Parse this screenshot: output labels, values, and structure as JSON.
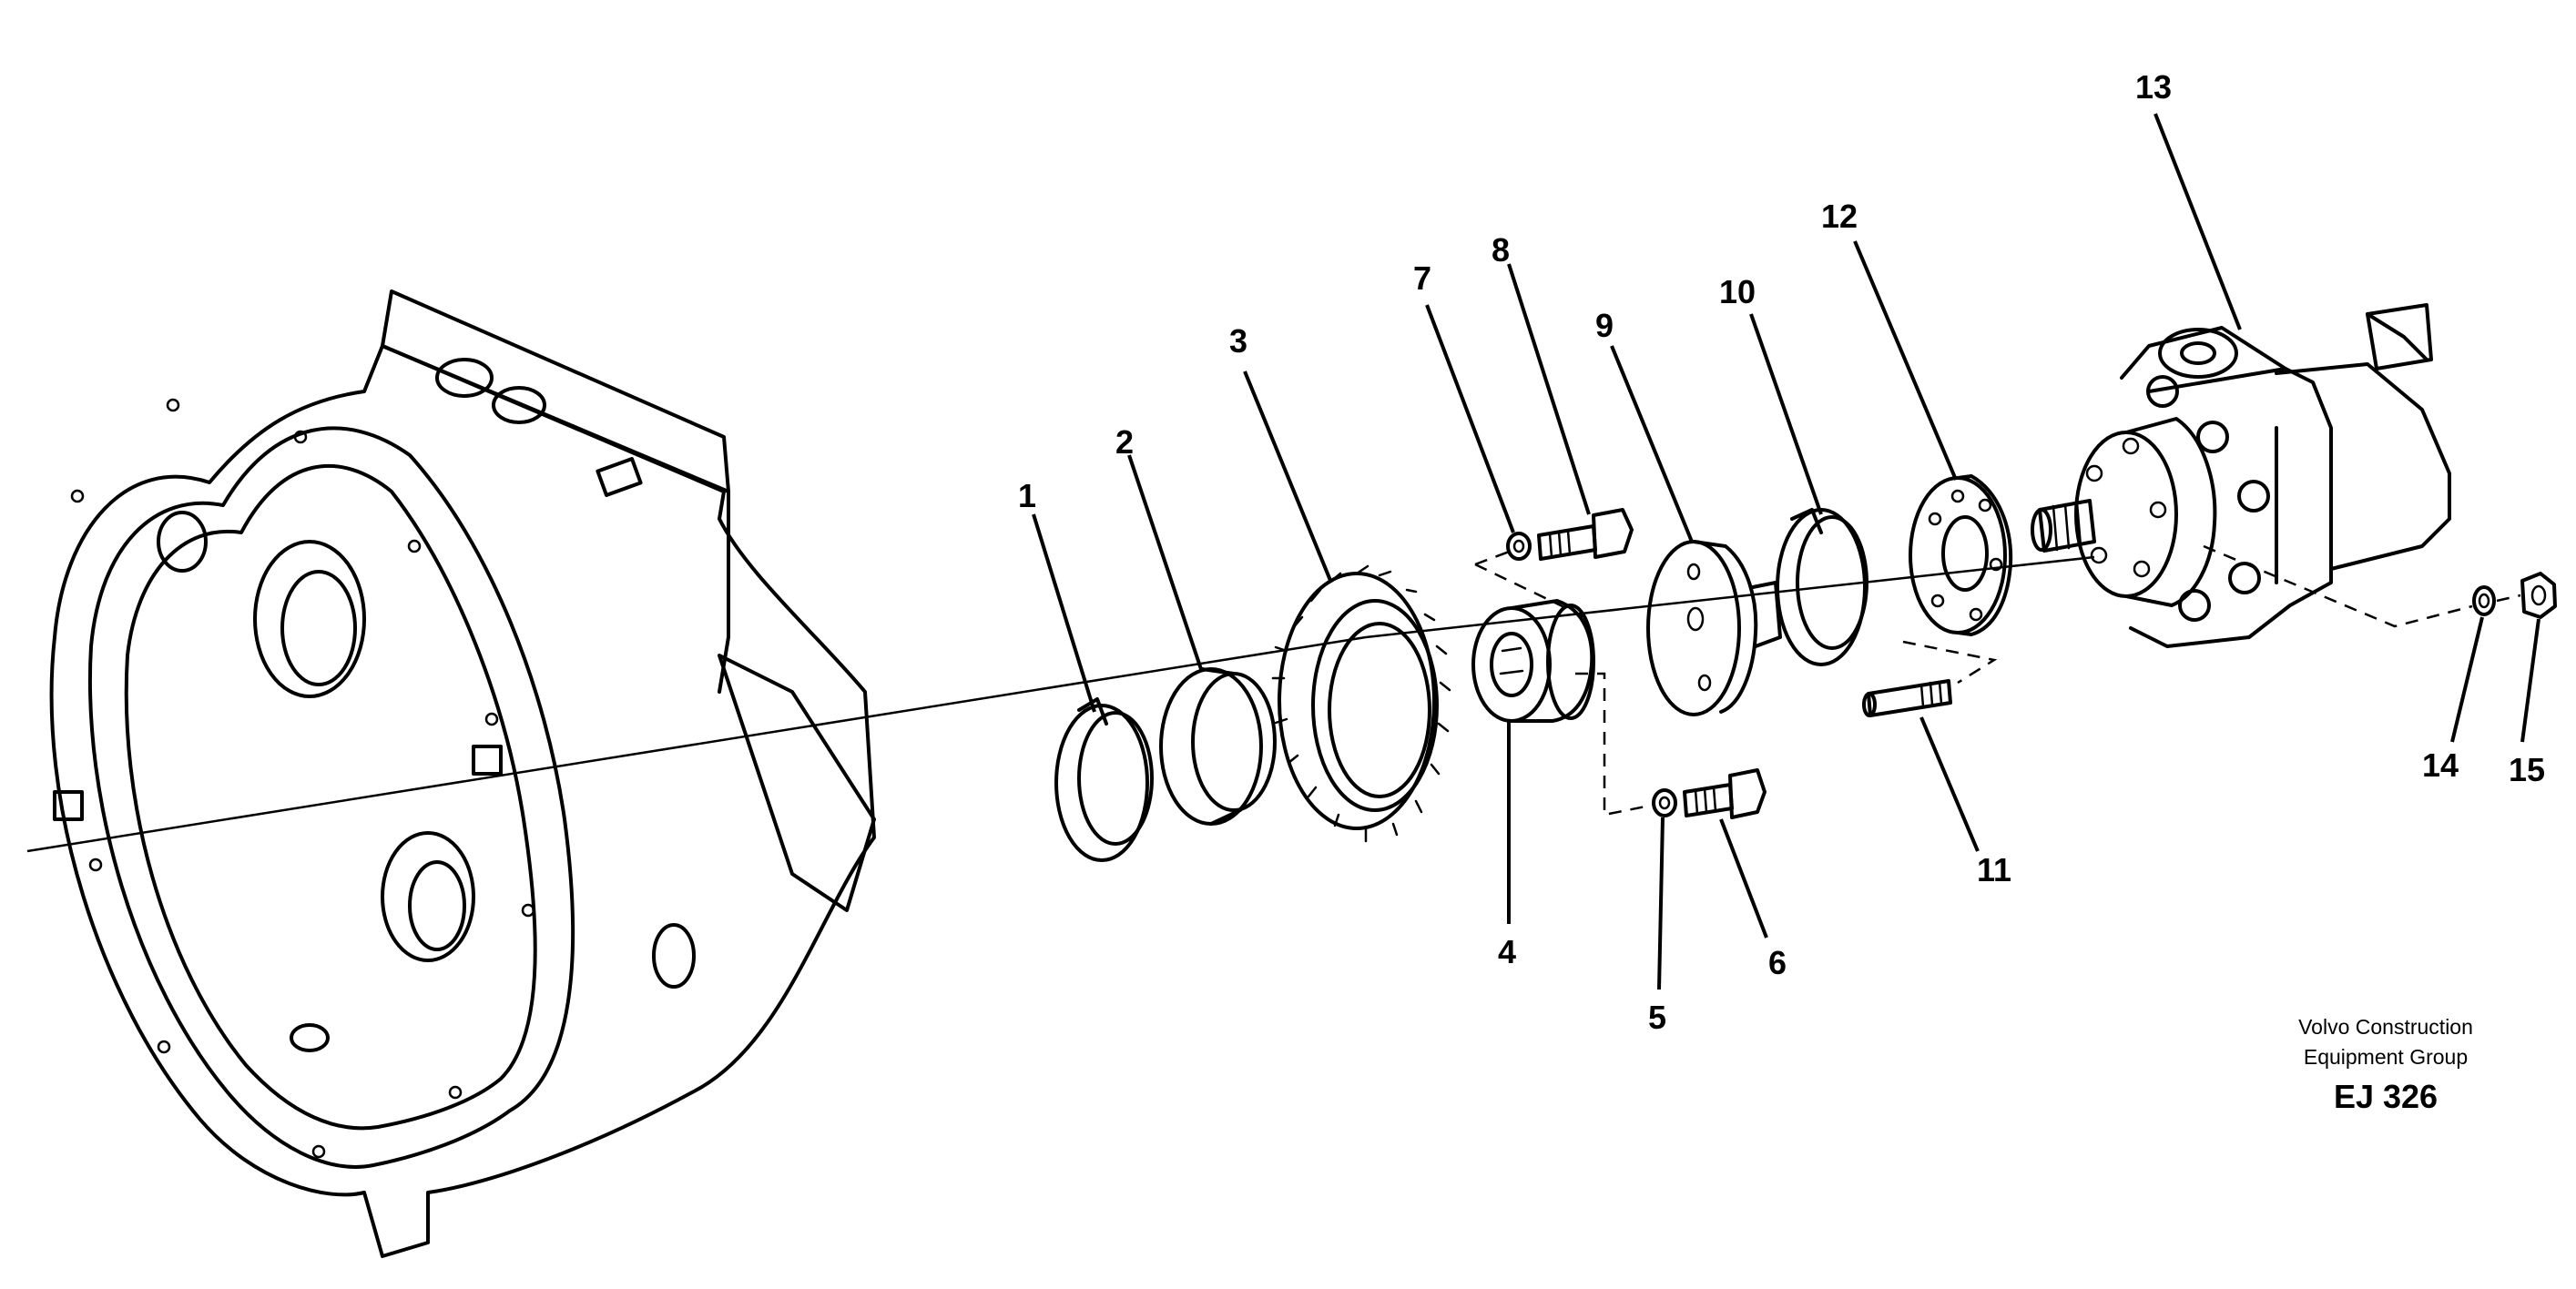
{
  "caption": {
    "company_line1": "Volvo Construction",
    "company_line2": "Equipment Group",
    "figure_code": "EJ 326"
  },
  "callouts": [
    "1",
    "2",
    "3",
    "4",
    "5",
    "6",
    "7",
    "8",
    "9",
    "10",
    "11",
    "12",
    "13",
    "14",
    "15"
  ]
}
